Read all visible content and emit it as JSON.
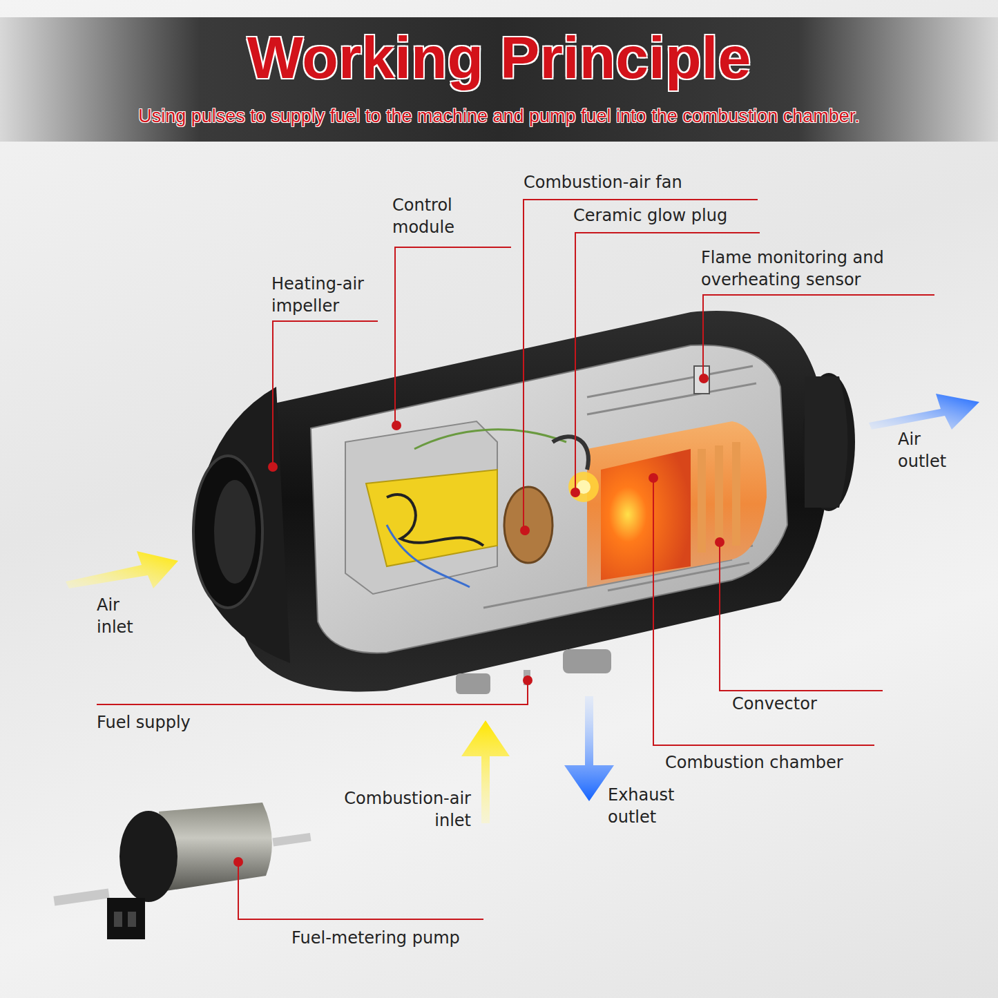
{
  "diagram": {
    "title": "Working Principle",
    "caption": "Using pulses to supply fuel to the machine and pump fuel into the combustion chamber.",
    "labels": [
      "Combustion-air fan",
      "Control module",
      "Ceramic glow plug",
      "Flame monitoring and overheating sensor",
      "Heating-air impeller",
      "Air outlet",
      "Air inlet",
      "Fuel supply",
      "Convector",
      "Combustion chamber",
      "Combustion-air inlet",
      "Exhaust outlet",
      "Fuel-metering pump"
    ]
  }
}
